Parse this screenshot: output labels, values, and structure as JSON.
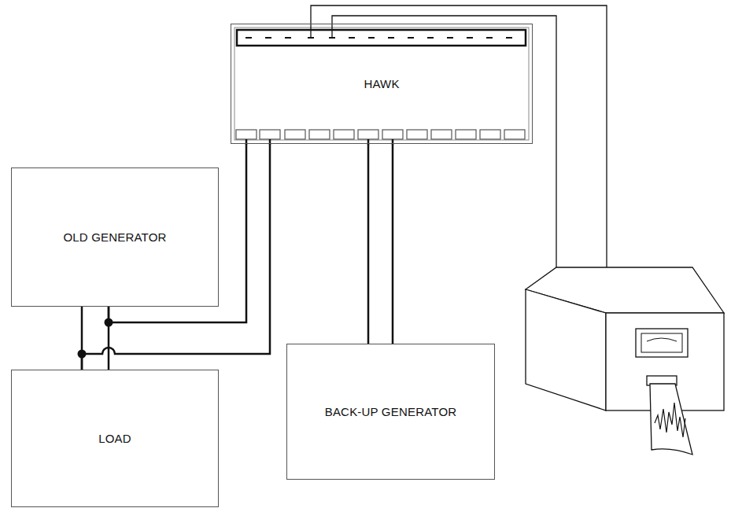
{
  "diagram": {
    "nodes": [
      {
        "text": [
          "HAWK"
        ]
      },
      {
        "text": [
          "OLD GENERATOR"
        ]
      },
      {
        "text": [
          "LOAD"
        ]
      },
      {
        "text": [
          "BACK-UP GENERATOR"
        ]
      }
    ],
    "edges": [
      {
        "from": 0,
        "to": 1,
        "arrow": "none"
      },
      {
        "from": 0,
        "to": 2,
        "arrow": "none"
      },
      {
        "from": 1,
        "to": 2,
        "arrow": "none"
      },
      {
        "from": 0,
        "to": 3,
        "arrow": "none"
      }
    ]
  }
}
